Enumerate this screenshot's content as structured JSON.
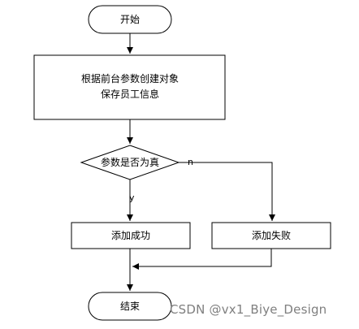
{
  "flowchart": {
    "start": "开始",
    "process": [
      "根据前台参数创建对象",
      "保存员工信息"
    ],
    "decision": "参数是否为真",
    "yes_label": "y",
    "no_label": "n",
    "success": "添加成功",
    "failure": "添加失败",
    "end": "结束"
  },
  "watermark": "CSDN @vx1_Biye_Design"
}
